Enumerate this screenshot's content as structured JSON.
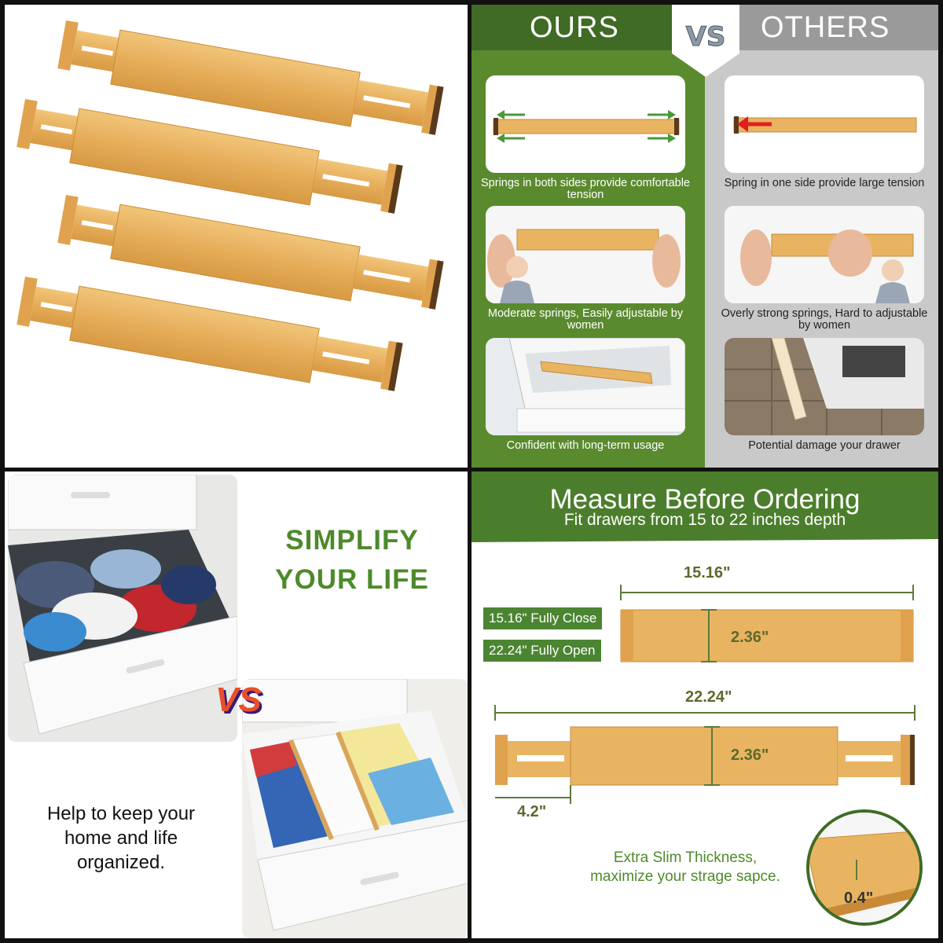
{
  "comparison": {
    "ours_title": "OURS",
    "vs_label": "VS",
    "others_title": "OTHERS",
    "ours_captions": [
      "Springs in both sides provide comfortable tension",
      "Moderate springs, Easily adjustable by women",
      "Confident with long-term usage"
    ],
    "others_captions": [
      "Spring in one side provide large tension",
      "Overly strong springs, Hard to adjustable by women",
      "Potential damage your drawer"
    ]
  },
  "simplify": {
    "headline_line1": "SIMPLIFY",
    "headline_line2": "YOUR LIFE",
    "vs_label": "VS",
    "text_line1": "Help to keep your",
    "text_line2": "home and life",
    "text_line3": "organized."
  },
  "measure": {
    "title": "Measure Before Ordering",
    "subtitle": "Fit drawers from 15 to 22 inches depth",
    "closed_length": "15.16\"",
    "open_length": "22.24\"",
    "width": "2.36\"",
    "extension": "4.2\"",
    "thickness": "0.4\"",
    "tag_close": "15.16\" Fully Close",
    "tag_open": "22.24\" Fully Open",
    "slim_line1": "Extra Slim Thickness,",
    "slim_line2": "maximize your strage sapce."
  },
  "colors": {
    "bamboo": "#e8b461",
    "green_dark": "#3f6b24",
    "green": "#5a8a2e",
    "gray": "#c9c9c9"
  }
}
